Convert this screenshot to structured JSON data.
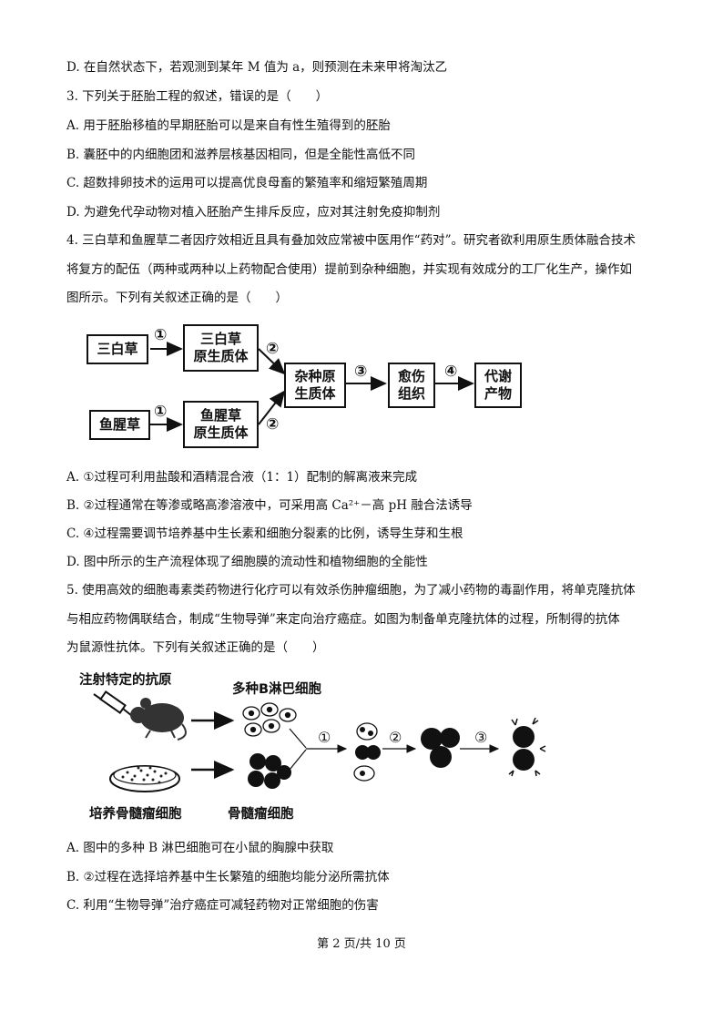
{
  "lines": {
    "l1": "D. 在自然状态下，若观测到某年 M 值为 a，则预测在未来甲将淘汰乙",
    "q3": "3. 下列关于胚胎工程的叙述，错误的是（　　）",
    "q3a": "A. 用于胚胎移植的早期胚胎可以是来自有性生殖得到的胚胎",
    "q3b": "B. 囊胚中的内细胞团和滋养层核基因相同，但是全能性高低不同",
    "q3c": "C. 超数排卵技术的运用可以提高优良母畜的繁殖率和缩短繁殖周期",
    "q3d": "D. 为避免代孕动物对植入胚胎产生排斥反应，应对其注射免疫抑制剂",
    "q4_1": "4. 三白草和鱼腥草二者因疗效相近且具有叠加效应常被中医用作“药对”。研究者欲利用原生质体融合技术",
    "q4_2": "将复方的配伍（两种或两种以上药物配合使用）提前到杂种细胞，并实现有效成分的工厂化生产，操作如",
    "q4_3": "图所示。下列有关叙述正确的是（　　）",
    "q4a": "A. ①过程可利用盐酸和酒精混合液（1：1）配制的解离液来完成",
    "q4b": "B. ②过程通常在等渗或略高渗溶液中，可采用高 Ca²⁺－高 pH 融合法诱导",
    "q4c": "C. ④过程需要调节培养基中生长素和细胞分裂素的比例，诱导生芽和生根",
    "q4d": "D. 图中所示的生产流程体现了细胞膜的流动性和植物细胞的全能性",
    "q5_1": "5. 使用高效的细胞毒素类药物进行化疗可以有效杀伤肿瘤细胞，为了减小药物的毒副作用，将单克隆抗体",
    "q5_2": "与相应药物偶联结合，制成“生物导弹”来定向治疗癌症。如图为制备单克隆抗体的过程，所制得的抗体",
    "q5_3": "为鼠源性抗体。下列有关叙述正确的是（　　）",
    "q5a": "A. 图中的多种 B 淋巴细胞可在小鼠的胸腺中获取",
    "q5b": "B. ②过程在选择培养基中生长繁殖的细胞均能分泌所需抗体",
    "q5c": "C. 利用“生物导弹”治疗癌症可减轻药物对正常细胞的伤害"
  },
  "flowchart": {
    "sanbaicao": "三白草",
    "sanbaicao_proto_1": "三白草",
    "sanbaicao_proto_2": "原生质体",
    "yuxingcao": "鱼腥草",
    "yuxingcao_proto_1": "鱼腥草",
    "yuxingcao_proto_2": "原生质体",
    "hybrid_1": "杂种原",
    "hybrid_2": "生质体",
    "callus_1": "愈伤",
    "callus_2": "组织",
    "metab_1": "代谢",
    "metab_2": "产物",
    "n1": "①",
    "n2": "②",
    "n3": "③",
    "n4": "④"
  },
  "antibody_fig": {
    "inject": "注射特定的抗原",
    "bcells": "多种B淋巴细胞",
    "culture": "培养骨髓瘤细胞",
    "myeloma": "骨髓瘤细胞",
    "n1": "①",
    "n2": "②",
    "n3": "③"
  },
  "footer": "第 2 页/共 10 页"
}
